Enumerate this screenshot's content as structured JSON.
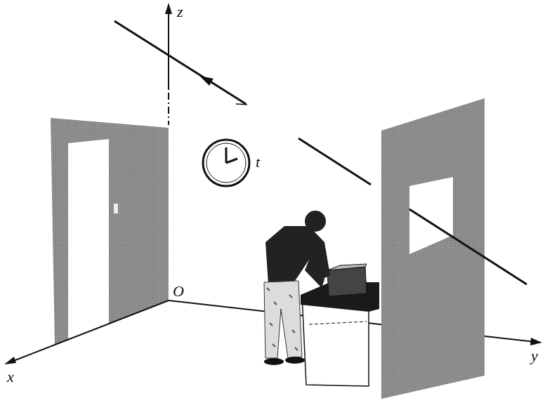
{
  "diagram": {
    "labels": [
      "z",
      "t",
      "O",
      "x",
      "y"
    ]
  }
}
